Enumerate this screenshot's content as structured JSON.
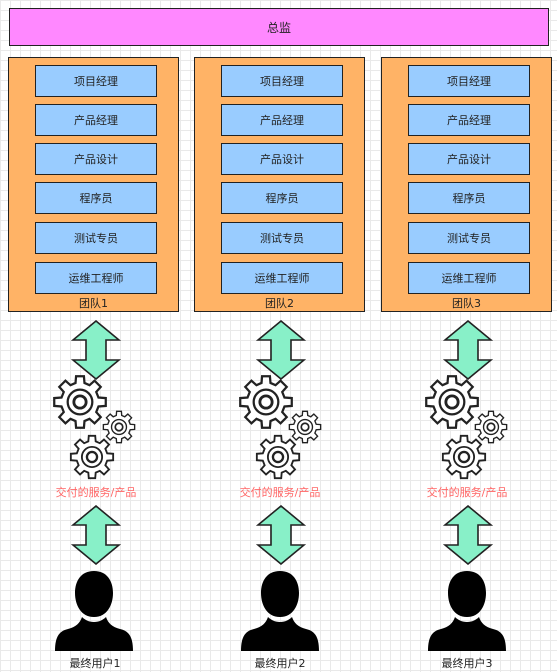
{
  "director": {
    "label": "总监"
  },
  "teams": [
    {
      "label": "团队1",
      "roles": [
        "项目经理",
        "产品经理",
        "产品设计",
        "程序员",
        "测试专员",
        "运维工程师"
      ],
      "service": "交付的服务/产品",
      "user": "最终用户1"
    },
    {
      "label": "团队2",
      "roles": [
        "项目经理",
        "产品经理",
        "产品设计",
        "程序员",
        "测试专员",
        "运维工程师"
      ],
      "service": "交付的服务/产品",
      "user": "最终用户2"
    },
    {
      "label": "团队3",
      "roles": [
        "项目经理",
        "产品经理",
        "产品设计",
        "程序员",
        "测试专员",
        "运维工程师"
      ],
      "service": "交付的服务/产品",
      "user": "最终用户3"
    }
  ],
  "colors": {
    "director": "#ff88ff",
    "team": "#ffb366",
    "role": "#99ccff",
    "arrow": "#88f0c8",
    "service_text": "#ff6666"
  }
}
